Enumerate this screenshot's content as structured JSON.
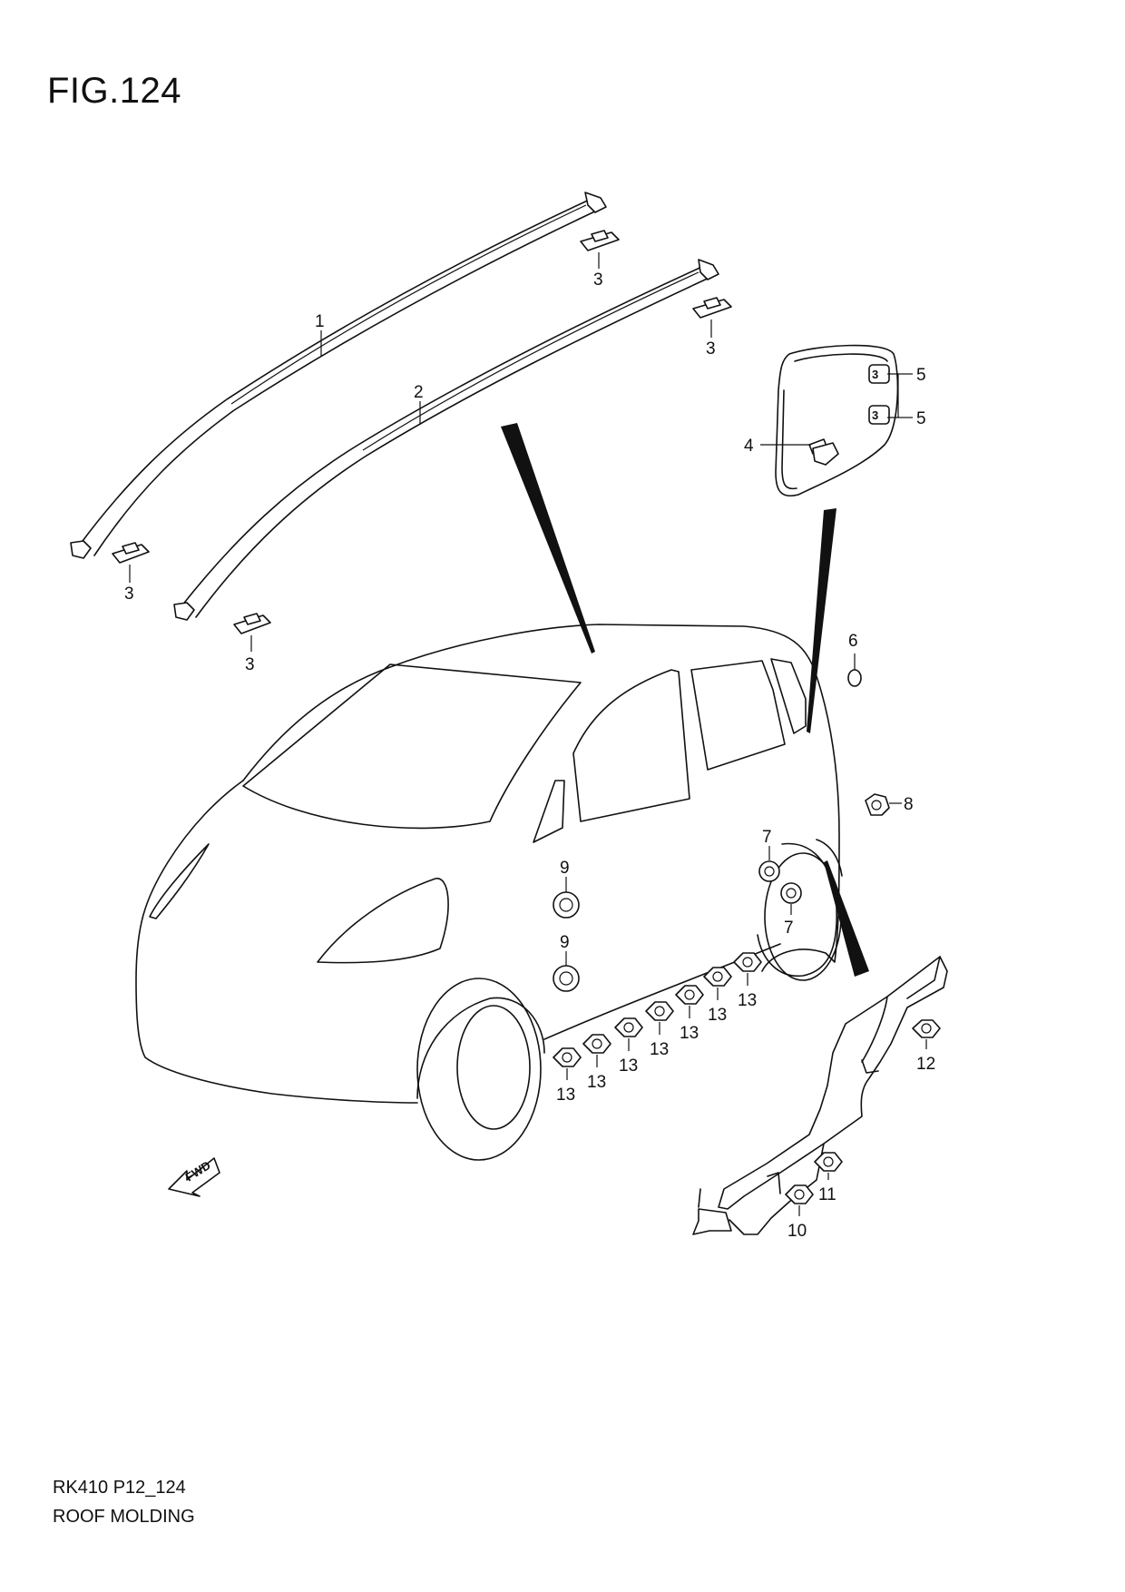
{
  "figure_title": "FIG.124",
  "footer": {
    "code": "RK410 P12_124",
    "name": "ROOF MOLDING"
  },
  "direction_label": "FWD",
  "callouts": {
    "c1": "1",
    "c2": "2",
    "c3a": "3",
    "c3b": "3",
    "c3c": "3",
    "c3d": "3",
    "c4": "4",
    "c5a": "5",
    "c5b": "5",
    "c6": "6",
    "c7a": "7",
    "c7b": "7",
    "c8": "8",
    "c9a": "9",
    "c9b": "9",
    "c10": "10",
    "c11": "11",
    "c12": "12",
    "c13a": "13",
    "c13b": "13",
    "c13c": "13",
    "c13d": "13",
    "c13e": "13",
    "c13f": "13",
    "c13g": "13"
  }
}
